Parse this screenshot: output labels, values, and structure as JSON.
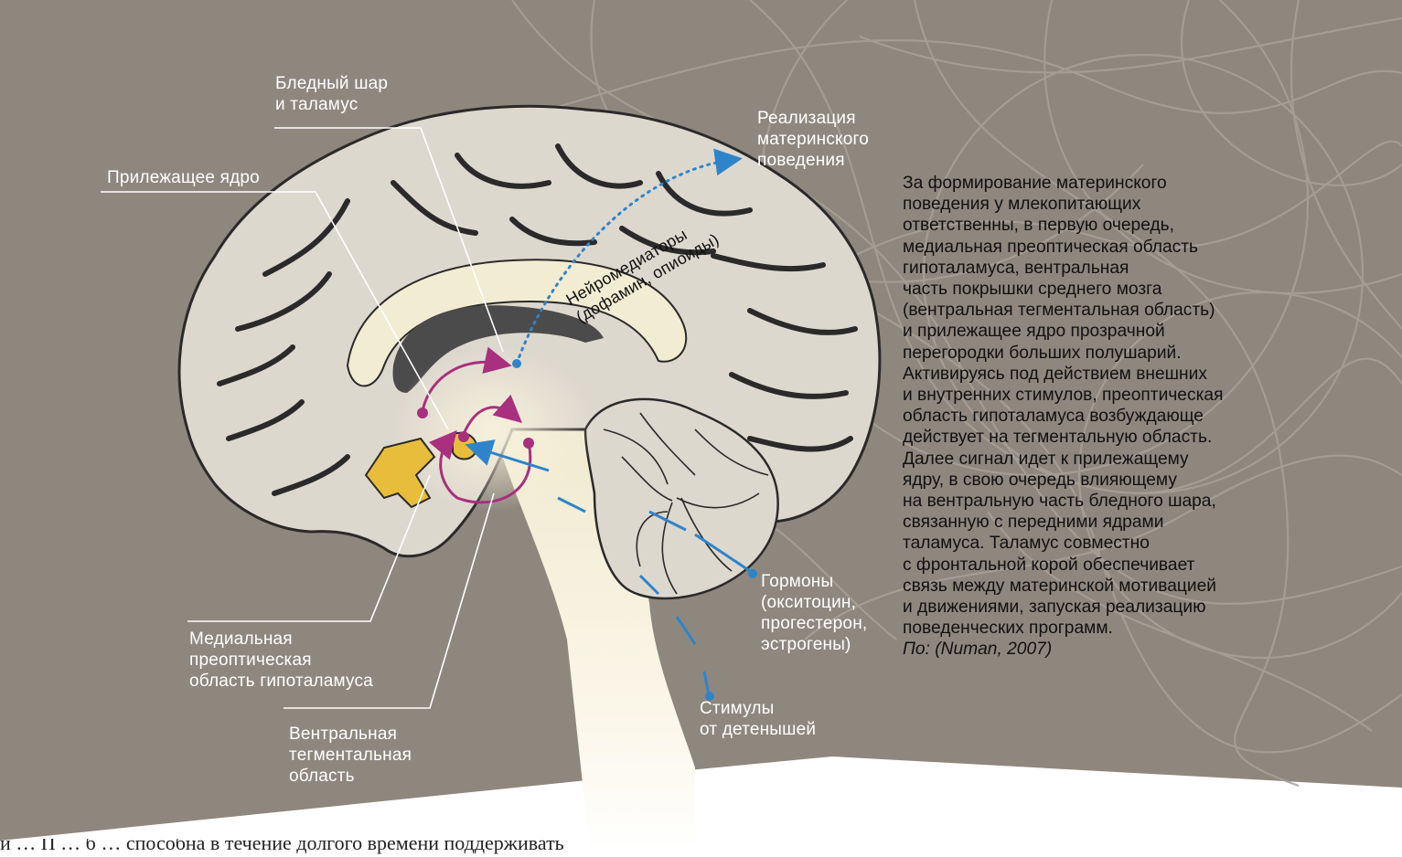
{
  "labels": {
    "globus_thalamus": "Бледный шар\nи таламус",
    "nucleus_accumbens": "Прилежащее ядро",
    "realization": "Реализация\nматеринского\nповедения",
    "neuromediators": "Нейромедиаторы\n(дофамин, опиоиды)",
    "hormones": "Гормоны\n(окситоцин,\nпрогестерон,\nэстрогены)",
    "stimuli": "Стимулы\nот детенышей",
    "mpoa": "Медиальная\nпреоптическая\nобласть гипоталамуса",
    "vta": "Вентральная\nтегментальная\nобласть"
  },
  "description": {
    "text": "За формирование материнского\nповедения у млекопитающих\nответственны, в первую очередь,\nмедиальная преоптическая область\nгипоталамуса, вентральная\nчасть покрышки среднего мозга\n(вентральная тегментальная область)\nи прилежащее ядро прозрачной\nперегородки больших полушарий.\nАктивируясь под действием внешних\nи внутренних стимулов, преоптическая\nобласть гипоталамуса возбуждающе\nдействует на тегментальную область.\nДалее сигнал идет к прилежащему\nядру, в свою очередь влияющему\nна вентральную часть бледного шара,\nсвязанную с передними ядрами\nталамуса. Таламус совместно\nс фронтальной корой обеспечивает\nсвязь между материнской мотивацией\nи движениями, запуская реализацию\nповеденческих программ.",
    "source": "По: (Numan, 2007)"
  },
  "bottom_text": "й … П … б … способна в течение долгого времени поддерживать",
  "colors": {
    "background_panel": "#8e877e",
    "brain_fill": "#ddd8ce",
    "sulci": "#2b2a2a",
    "ventricle": "#4c4b4b",
    "corpus_callosum": "#f2ecd2",
    "hypothalamus_nuclei": "#e8bd3c",
    "pathway_purple": "#a8307f",
    "hormone_blue": "#2f84c9",
    "label_text": "#ffffff",
    "body_text": "#111111"
  }
}
